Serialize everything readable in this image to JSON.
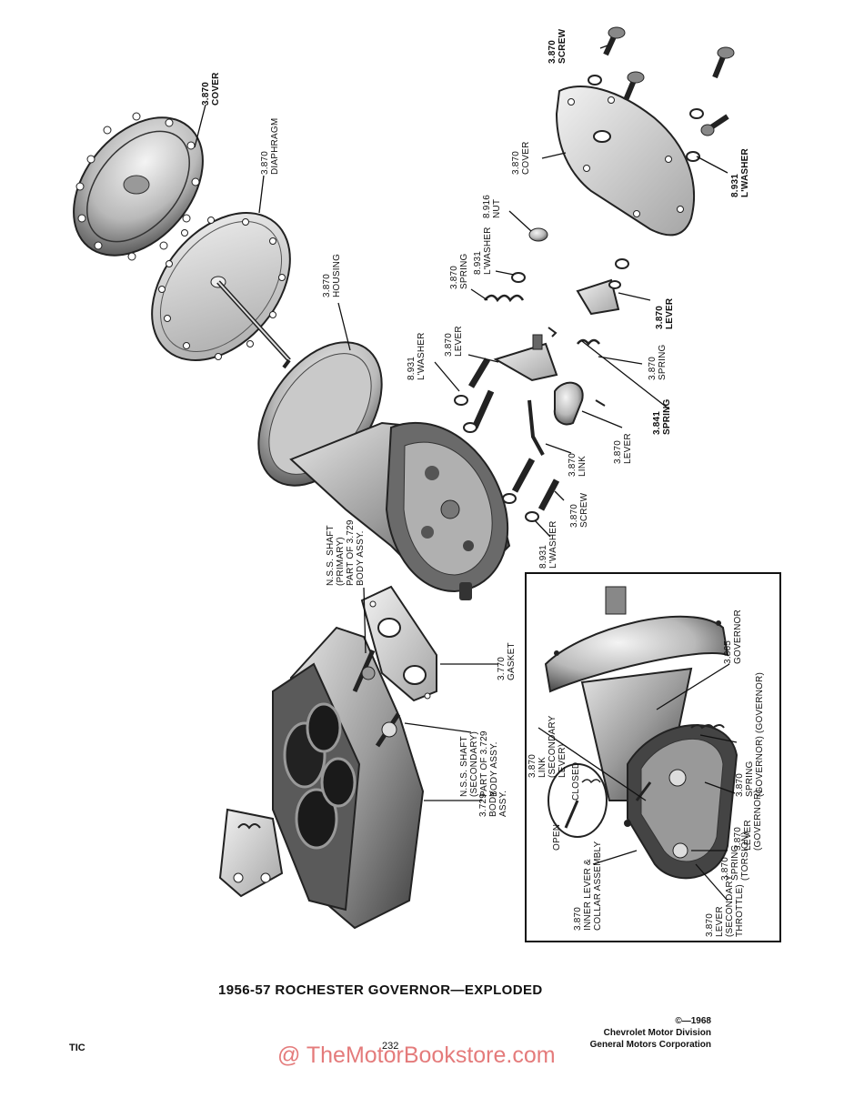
{
  "caption": "1956-57 ROCHESTER GOVERNOR—EXPLODED",
  "copyright": {
    "line1": "©—1968",
    "line2": "Chevrolet Motor Division",
    "line3": "General Motors Corporation"
  },
  "footer": {
    "left": "TIC",
    "page_number": "232"
  },
  "watermark": "@ TheMotorBookstore.com",
  "callouts": {
    "cover_top": "3.870\nCOVER",
    "diaphragm": "3.870\nDIAPHRAGM",
    "housing": "3.870\nHOUSING",
    "screw_top": "3.870\nSCREW",
    "cover_right": "3.870\nCOVER",
    "lwasher_right": "8.931\nL'WASHER",
    "nut": "8.916\nNUT",
    "lwasher_mid": "8.931\nL'WASHER",
    "spring_top": "3.870\nSPRING",
    "lever_right": "3.870\nLEVER",
    "lwasher_left": "8.931\nL'WASHER",
    "lever_mid": "3.870\nLEVER",
    "spring_mid": "3.870\nSPRING",
    "spring_341": "3.841\nSPRING",
    "lever_lower": "3.870\nLEVER",
    "link": "3.870\nLINK",
    "screw_mid": "3.870\nSCREW",
    "lwasher_low": "8.931\nL'WASHER",
    "shaft_primary": "N.S.S. SHAFT\n(PRIMARY)\nPART OF 3.729\nBODY ASSY.",
    "gasket": "3.770\nGASKET",
    "shaft_secondary": "N.S.S. SHAFT\n(SECONDARY)\nPART OF 3.729\nBODY ASSY.",
    "body": "3.729\nBODY\nASSY.",
    "inset_governor": "3.865\nGOVERNOR",
    "inset_spring_gov": "3.870\nSPRING\n(GOVERNOR) (GOVERNOR)",
    "inset_link": "3.870\nLINK\n(SECONDARY\nLEVER)",
    "inset_closed": "CLOSED",
    "inset_open": "OPEN",
    "inset_lever_gov": "3.870\nLEVER\n(GOVERNOR)",
    "inset_spring_torsion": "3.870\nSPRING\n(TORSION)",
    "inset_inner_lever": "3.870\nINNER LEVER &\nCOLLAR ASSEMBLY",
    "inset_lever_sec": "3.870\nLEVER\n(SECONDARY\nTHROTTLE)"
  }
}
